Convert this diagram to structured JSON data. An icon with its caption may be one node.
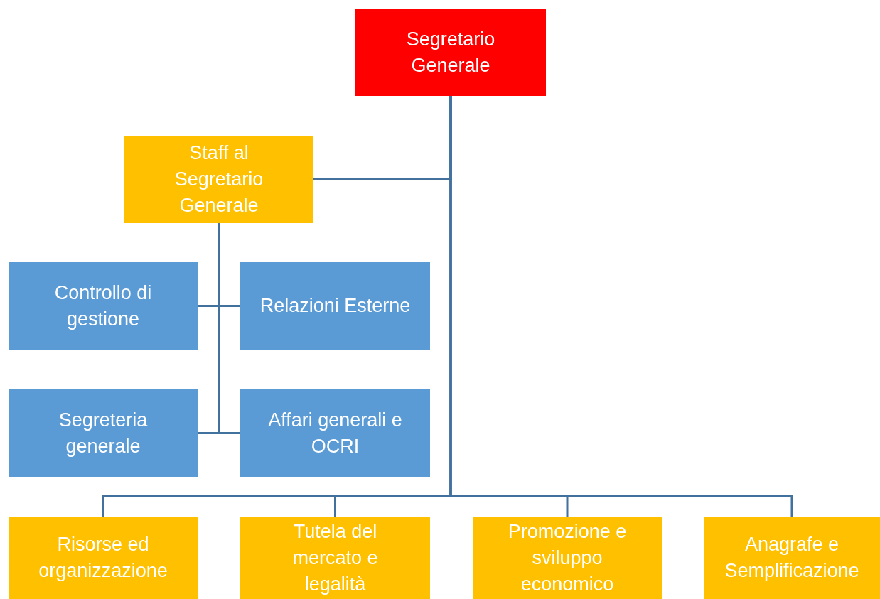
{
  "diagram": {
    "nodes": [
      {
        "text": [
          "Segretario Generale"
        ]
      },
      {
        "text": [
          "Staff al Segretario Generale"
        ]
      },
      {
        "text": [
          "Controllo di gestione"
        ]
      },
      {
        "text": [
          "Relazioni Esterne"
        ]
      },
      {
        "text": [
          "Segreteria generale"
        ]
      },
      {
        "text": [
          "Affari generali e OCRI"
        ]
      },
      {
        "text": [
          "Risorse ed organizzazione"
        ]
      },
      {
        "text": [
          "Tutela del mercato e legalità"
        ]
      },
      {
        "text": [
          "Promozione e sviluppo economico"
        ]
      },
      {
        "text": [
          "Anagrafe e Semplificazione"
        ]
      }
    ],
    "edges": [
      {
        "from": 0,
        "to": 1,
        "arrow": "none"
      },
      {
        "from": 1,
        "to": 2,
        "arrow": "none"
      },
      {
        "from": 1,
        "to": 3,
        "arrow": "none"
      },
      {
        "from": 1,
        "to": 4,
        "arrow": "none"
      },
      {
        "from": 1,
        "to": 5,
        "arrow": "none"
      },
      {
        "from": 0,
        "to": 6,
        "arrow": "none"
      },
      {
        "from": 0,
        "to": 7,
        "arrow": "none"
      },
      {
        "from": 0,
        "to": 8,
        "arrow": "none"
      },
      {
        "from": 0,
        "to": 9,
        "arrow": "none"
      }
    ]
  }
}
